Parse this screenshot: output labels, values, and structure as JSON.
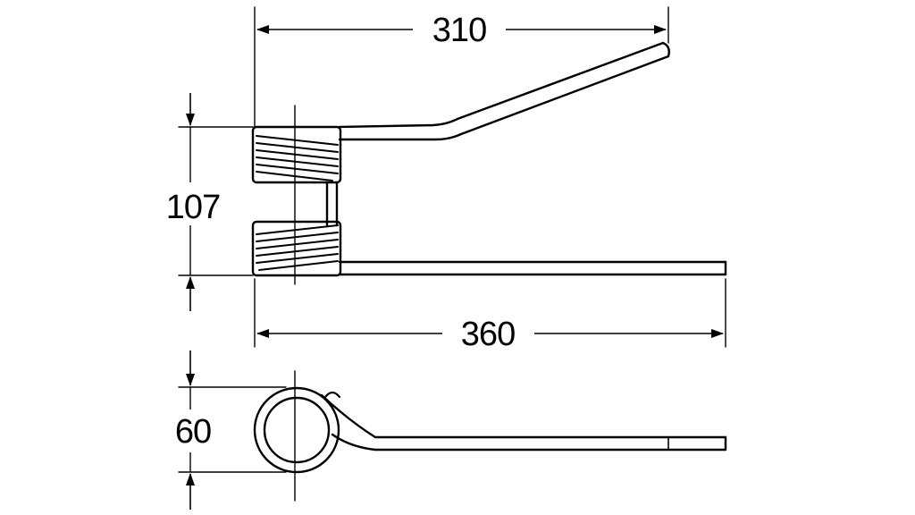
{
  "drawing": {
    "dimensions": {
      "top_width": "310",
      "bottom_width": "360",
      "side_height": "107",
      "coil_height": "60"
    },
    "colors": {
      "ink": "#000000",
      "paper": "#ffffff"
    }
  }
}
